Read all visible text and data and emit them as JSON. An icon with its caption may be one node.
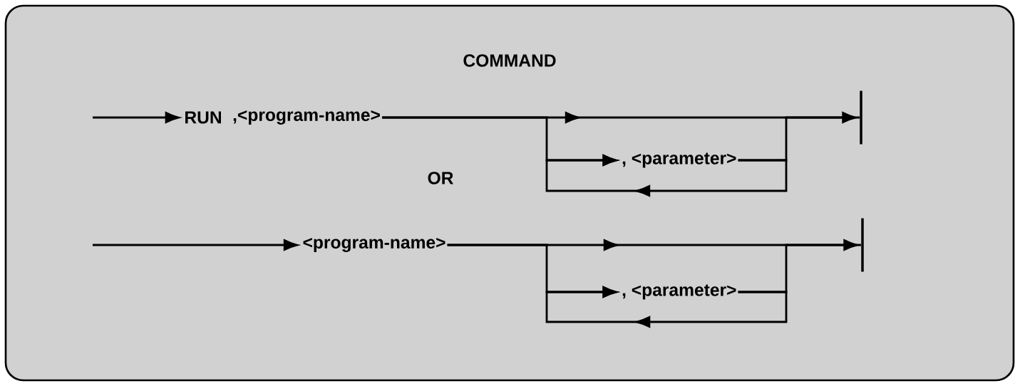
{
  "diagram": {
    "title": "COMMAND",
    "nodes": [
      {
        "text": [
          "RUN"
        ]
      },
      {
        "text": [
          ",<program-name>"
        ]
      },
      {
        "text": [
          ", <parameter>"
        ]
      },
      {
        "text": [],
        "shape": "bar"
      },
      {
        "text": [
          "<program-name>"
        ]
      },
      {
        "text": [
          ", <parameter>"
        ]
      },
      {
        "text": [],
        "shape": "bar"
      }
    ],
    "edges": [
      {
        "from": null,
        "to": 0,
        "arrow": "to"
      },
      {
        "from": 1,
        "to": 3,
        "arrow": "to"
      },
      {
        "from": 1,
        "to": 2,
        "arrow": "to"
      },
      {
        "from": 2,
        "to": 3,
        "arrow": "none"
      },
      {
        "from": 2,
        "to": 2,
        "arrow": "to"
      },
      {
        "from": null,
        "to": 4,
        "arrow": "to"
      },
      {
        "from": 4,
        "to": 6,
        "arrow": "to"
      },
      {
        "from": 4,
        "to": 5,
        "arrow": "to"
      },
      {
        "from": 5,
        "to": 6,
        "arrow": "none"
      },
      {
        "from": 5,
        "to": 5,
        "arrow": "to"
      }
    ],
    "labels": [
      "OR"
    ]
  }
}
